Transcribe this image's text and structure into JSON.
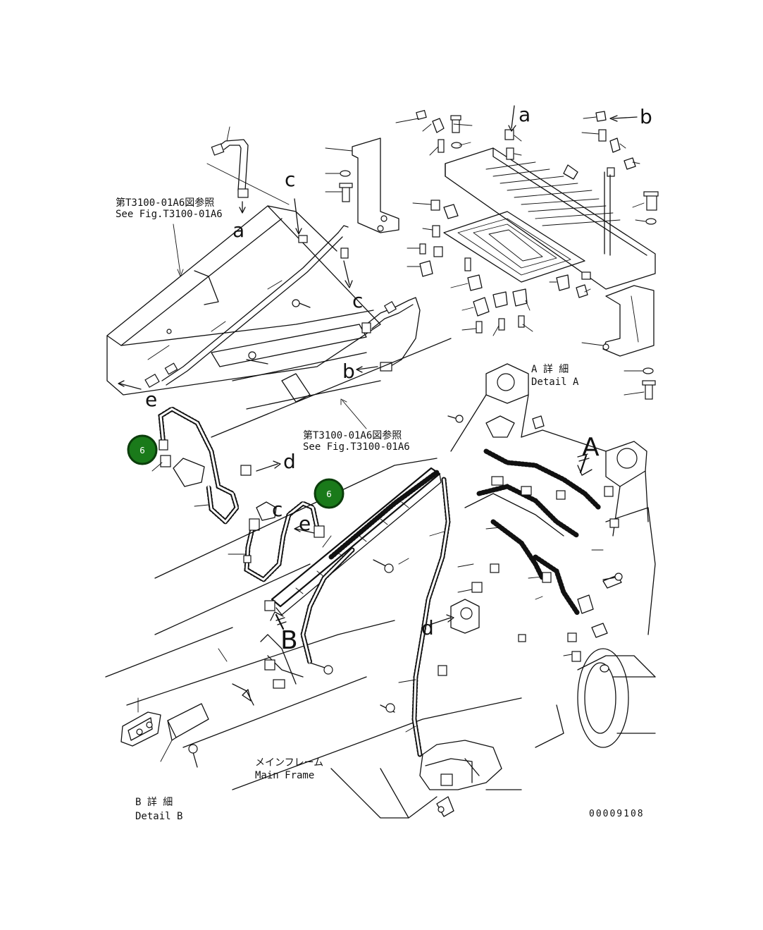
{
  "labels": {
    "ref_upper_jp": "第T3100-01A6図参照",
    "ref_upper_en": "See Fig.T3100-01A6",
    "ref_lower_jp": "第T3100-01A6図参照",
    "ref_lower_en": "See Fig.T3100-01A6",
    "detail_a_jp": "A 詳 細",
    "detail_a_en": "Detail A",
    "detail_b_jp": "B 詳 細",
    "detail_b_en": "Detail B",
    "main_frame_jp": "メインフレーム",
    "main_frame_en": "Main Frame",
    "drawing_code": "00009108"
  },
  "letters": {
    "a_top": "a",
    "a_left": "a",
    "b_top": "b",
    "b_mid": "b",
    "c_top": "c",
    "c_mid": "c",
    "c_low": "c",
    "d_right": "d",
    "d_low": "d",
    "e_left": "e",
    "e_mid": "e",
    "A_arrow": "A",
    "B_arrow": "B"
  },
  "badges": [
    {
      "number": "6"
    },
    {
      "number": "6"
    }
  ],
  "colors": {
    "badge_fill": "#1a7a1a",
    "badge_ring": "#0b3d0b",
    "line": "#111111"
  }
}
